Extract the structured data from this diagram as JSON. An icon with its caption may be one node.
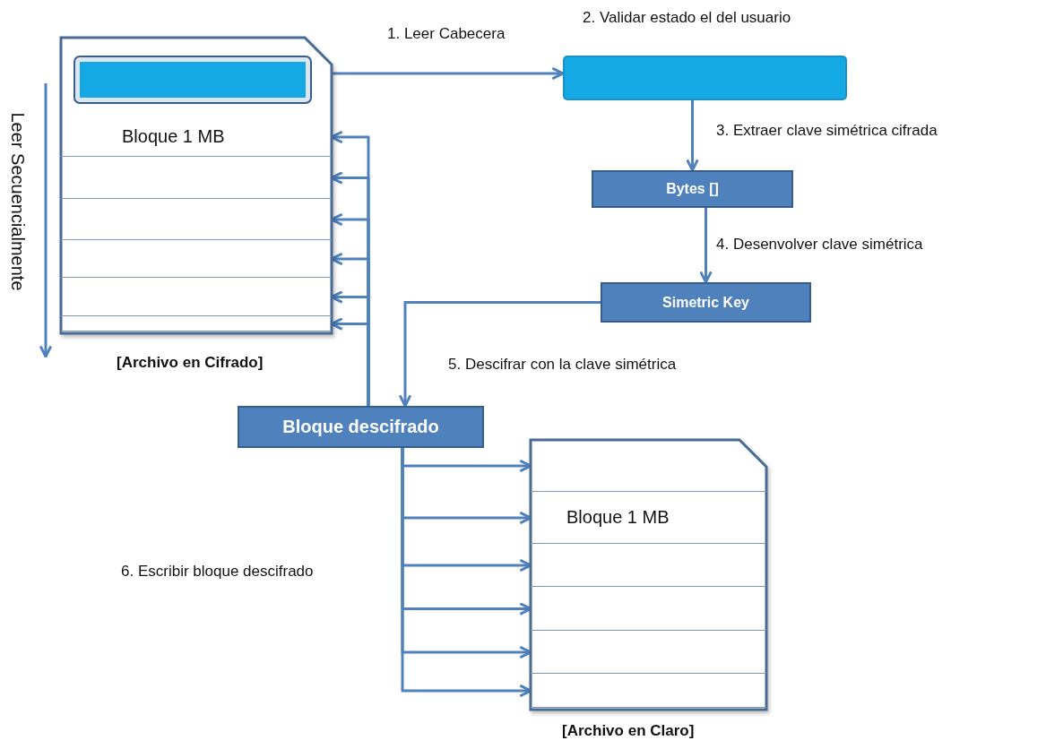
{
  "diagram": {
    "nodes": [
      {
        "text": [],
        "shape": "box",
        "beside": [
          "[Archivo en Cifrado]"
        ]
      },
      {
        "text": [],
        "shape": "box",
        "in": 0
      },
      {
        "text": [
          "Bloque 1 MB"
        ],
        "in": 0
      },
      {
        "text": [],
        "shape": "box",
        "in": 0
      },
      {
        "text": [],
        "shape": "box",
        "in": 0
      },
      {
        "text": [],
        "shape": "box",
        "in": 0
      },
      {
        "text": [],
        "shape": "box",
        "in": 0
      },
      {
        "text": [],
        "shape": "box",
        "in": 0
      },
      {
        "text": [],
        "shape": "box",
        "beside": [
          "2. Validar estado el del usuario"
        ]
      },
      {
        "text": [
          "Bytes []"
        ]
      },
      {
        "text": [
          "Simetric Key"
        ]
      },
      {
        "text": [
          "Bloque descifrado"
        ]
      },
      {
        "text": [],
        "shape": "box",
        "beside": [
          "[Archivo en Claro]"
        ]
      },
      {
        "text": [],
        "shape": "box",
        "in": 12
      },
      {
        "text": [
          "Bloque 1 MB"
        ],
        "in": 12
      },
      {
        "text": [],
        "shape": "box",
        "in": 12
      },
      {
        "text": [],
        "shape": "box",
        "in": 12
      },
      {
        "text": [],
        "shape": "box",
        "in": 12
      },
      {
        "text": [],
        "shape": "box",
        "in": 12
      }
    ],
    "edges": [
      {
        "from": 0,
        "to": 8,
        "arrow": "to",
        "label": "1. Leer Cabecera"
      },
      {
        "from": 8,
        "to": 9,
        "arrow": "to",
        "label": "3. Extraer clave simétrica cifrada"
      },
      {
        "from": 9,
        "to": 10,
        "arrow": "to",
        "label": "4. Desenvolver clave simétrica"
      },
      {
        "from": 10,
        "to": 11,
        "arrow": "to",
        "label": "5. Descifrar con la clave simétrica"
      },
      {
        "from": 11,
        "to": 2,
        "arrow": "to"
      },
      {
        "from": 11,
        "to": 3,
        "arrow": "to"
      },
      {
        "from": 11,
        "to": 4,
        "arrow": "to"
      },
      {
        "from": 11,
        "to": 5,
        "arrow": "to"
      },
      {
        "from": 11,
        "to": 6,
        "arrow": "to"
      },
      {
        "from": 11,
        "to": 7,
        "arrow": "to"
      },
      {
        "from": 11,
        "to": 13,
        "arrow": "to"
      },
      {
        "from": 11,
        "to": 14,
        "arrow": "to"
      },
      {
        "from": 11,
        "to": 15,
        "arrow": "to"
      },
      {
        "from": 11,
        "to": 16,
        "arrow": "to"
      },
      {
        "from": 11,
        "to": 17,
        "arrow": "to"
      },
      {
        "from": 11,
        "to": 18,
        "arrow": "to"
      }
    ],
    "labels": [
      "Leer Secuencialmente",
      "6. Escribir bloque descifrado"
    ]
  }
}
